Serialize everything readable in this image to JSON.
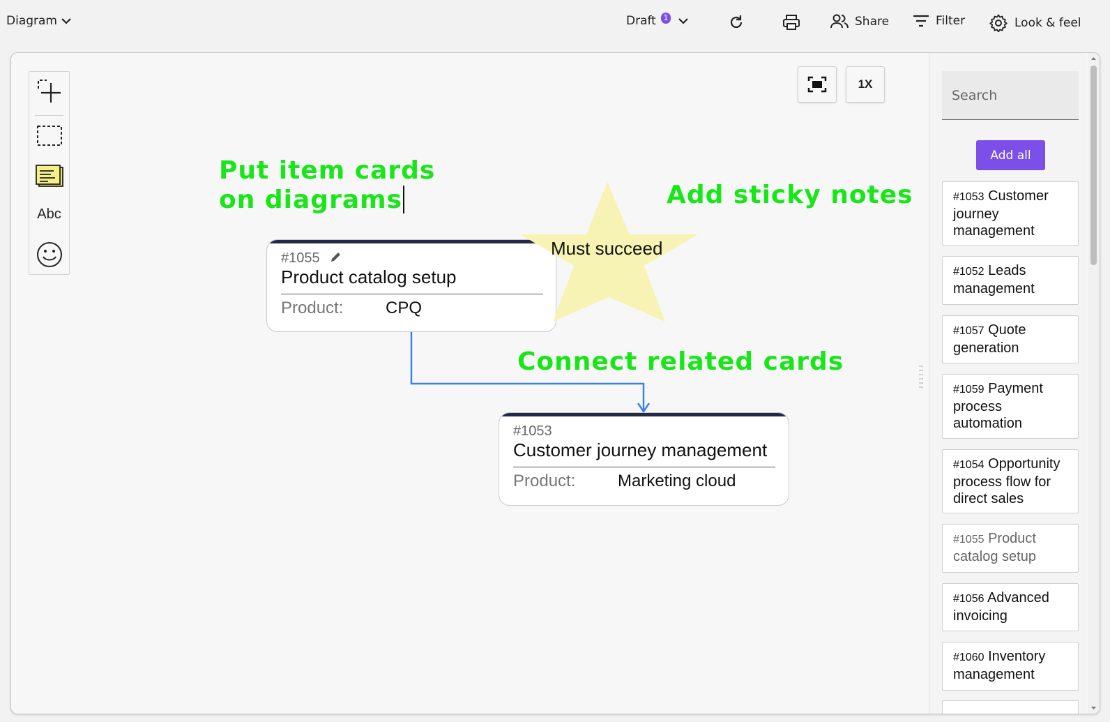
{
  "topbar": {
    "view_menu": "Diagram",
    "draft_label": "Draft",
    "draft_badge": "1",
    "share": "Share",
    "filter": "Filter",
    "look_feel": "Look & feel"
  },
  "toolbox": {
    "text_tool": "Abc"
  },
  "zoom": {
    "level": "1X"
  },
  "annotations": {
    "put_cards_line1": "Put item cards",
    "put_cards_line2": "on diagrams",
    "sticky_notes": "Add sticky notes",
    "connect": "Connect related cards"
  },
  "sticky_note": {
    "text": "Must succeed",
    "color": "#f6f3b4"
  },
  "cards": [
    {
      "number": "#1055",
      "title": "Product catalog setup",
      "field_label": "Product:",
      "field_value": "CPQ"
    },
    {
      "number": "#1053",
      "title": "Customer journey management",
      "field_label": "Product:",
      "field_value": "Marketing cloud"
    }
  ],
  "connector_color": "#3b82e8",
  "sidebar": {
    "search_placeholder": "Search",
    "add_all": "Add all",
    "items": [
      {
        "number": "#1053",
        "title": "Customer journey management"
      },
      {
        "number": "#1052",
        "title": "Leads management"
      },
      {
        "number": "#1057",
        "title": "Quote generation"
      },
      {
        "number": "#1059",
        "title": "Payment process automation"
      },
      {
        "number": "#1054",
        "title": "Opportunity process flow for direct sales"
      },
      {
        "number": "#1055",
        "title": "Product catalog setup"
      },
      {
        "number": "#1056",
        "title": "Advanced invoicing"
      },
      {
        "number": "#1060",
        "title": "Inventory management"
      }
    ]
  },
  "colors": {
    "accent": "#7b4fe8",
    "annotation_green": "#19e619",
    "card_top_border": "#232946"
  }
}
